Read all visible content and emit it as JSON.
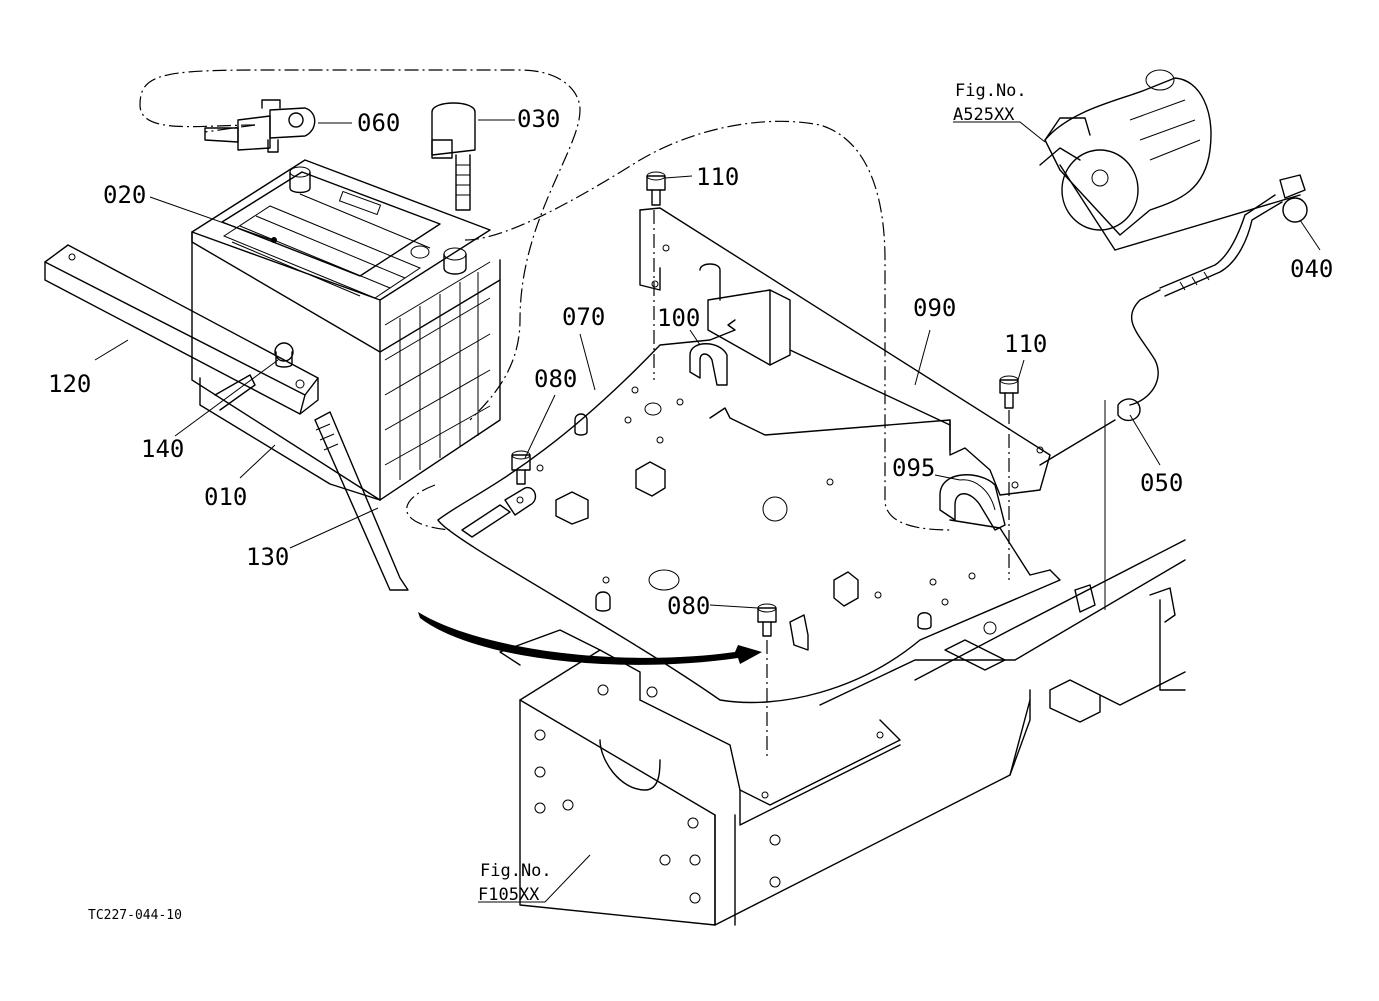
{
  "parts": {
    "p010": "010",
    "p020": "020",
    "p030": "030",
    "p040": "040",
    "p050": "050",
    "p060": "060",
    "p070": "070",
    "p080a": "080",
    "p080b": "080",
    "p090": "090",
    "p095": "095",
    "p100": "100",
    "p110a": "110",
    "p110b": "110",
    "p120": "120",
    "p130": "130",
    "p140": "140"
  },
  "fig_refs": {
    "starter": {
      "line1": "Fig.No.",
      "line2": "A525XX"
    },
    "frame": {
      "line1": "Fig.No.",
      "line2": "F105XX"
    }
  },
  "drawing_code": "TC227-044-10"
}
